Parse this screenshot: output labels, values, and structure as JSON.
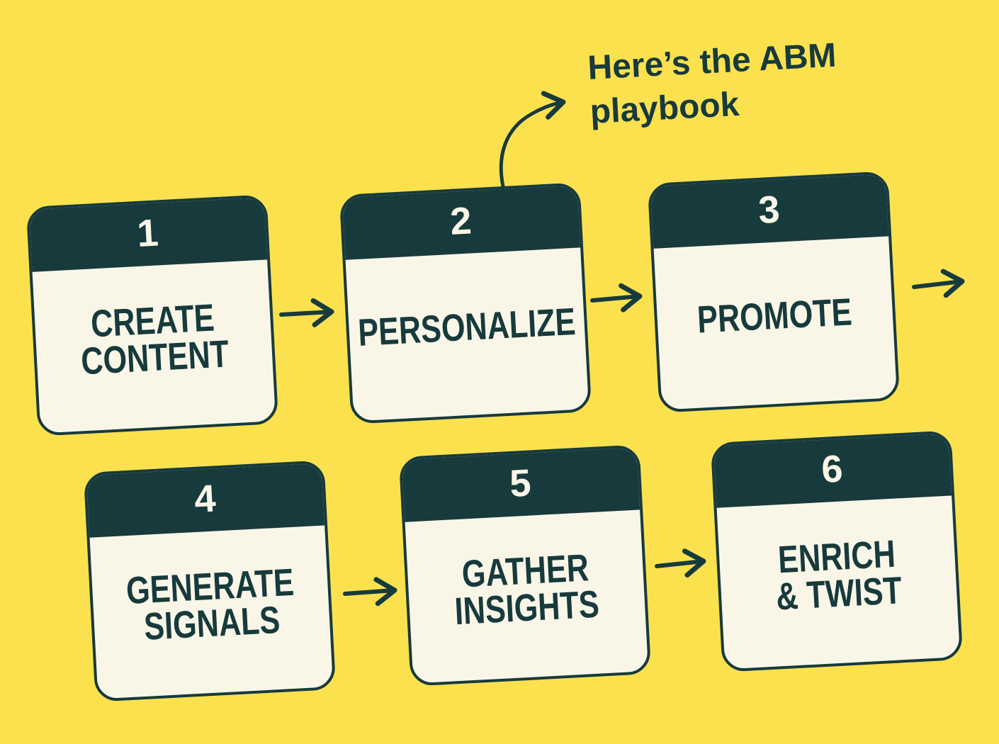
{
  "colors": {
    "background": "#FCE14F",
    "ink": "#173A3C",
    "card": "#F9F6E8"
  },
  "annotation": {
    "line1": "Here’s the ABM",
    "line2": "playbook"
  },
  "steps": [
    {
      "number": "1",
      "title_lines": [
        "CREATE",
        "CONTENT"
      ]
    },
    {
      "number": "2",
      "title_lines": [
        "PERSONALIZE"
      ]
    },
    {
      "number": "3",
      "title_lines": [
        "PROMOTE"
      ]
    },
    {
      "number": "4",
      "title_lines": [
        "GENERATE",
        "SIGNALS"
      ]
    },
    {
      "number": "5",
      "title_lines": [
        "GATHER",
        "INSIGHTS"
      ]
    },
    {
      "number": "6",
      "title_lines": [
        "ENRICH",
        "& TWIST"
      ]
    }
  ],
  "connections": [
    {
      "from": "step-1",
      "to": "step-2",
      "style": "straight-arrow"
    },
    {
      "from": "step-2",
      "to": "step-3",
      "style": "straight-arrow"
    },
    {
      "from": "step-3",
      "to": "off-canvas-right",
      "style": "straight-arrow"
    },
    {
      "from": "step-4",
      "to": "step-5",
      "style": "straight-arrow"
    },
    {
      "from": "step-5",
      "to": "step-6",
      "style": "straight-arrow"
    },
    {
      "from": "step-2",
      "to": "annotation",
      "style": "curved-arrow"
    }
  ]
}
